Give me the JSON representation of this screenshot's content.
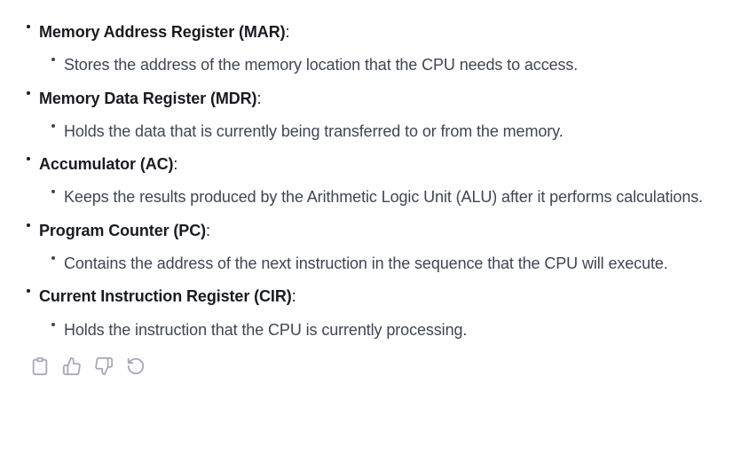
{
  "message": {
    "list": {
      "items": [
        {
          "term": "Memory Address Register (MAR)",
          "suffix": ":",
          "desc": "Stores the address of the memory location that the CPU needs to access."
        },
        {
          "term": "Memory Data Register (MDR)",
          "suffix": ":",
          "desc": "Holds the data that is currently being transferred to or from the memory."
        },
        {
          "term": "Accumulator (AC)",
          "suffix": ":",
          "desc": "Keeps the results produced by the Arithmetic Logic Unit (ALU) after it performs calculations."
        },
        {
          "term": "Program Counter (PC)",
          "suffix": ":",
          "desc": "Contains the address of the next instruction in the sequence that the CPU will execute."
        },
        {
          "term": "Current Instruction Register (CIR)",
          "suffix": ":",
          "desc": "Holds the instruction that the CPU is currently processing."
        }
      ]
    },
    "toolbar": {
      "actions": [
        {
          "id": "copy",
          "icon": "clipboard-icon"
        },
        {
          "id": "good-response",
          "icon": "thumbs-up-icon"
        },
        {
          "id": "bad-response",
          "icon": "thumbs-down-icon"
        },
        {
          "id": "regenerate",
          "icon": "rotate-ccw-icon"
        }
      ]
    },
    "colors": {
      "heading_text": "#181b22",
      "body_text": "#3e4654",
      "icon": "#a8a8ba",
      "background": "#ffffff"
    }
  }
}
